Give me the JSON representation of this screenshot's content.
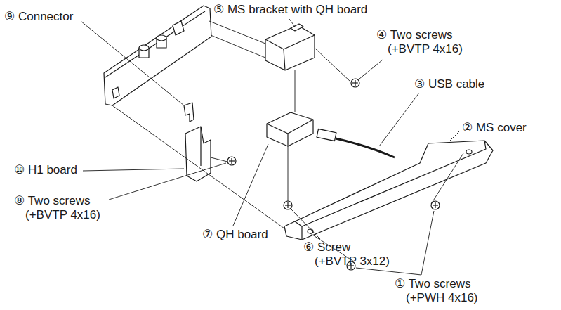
{
  "diagram": {
    "labels": [
      "⑨ Connector",
      "⑤ MS bracket with QH board",
      "④ Two screws (+BVTP 4x16)",
      "③ USB cable",
      "② MS cover",
      "⑩ H1 board",
      "⑧ Two screws (+BVTP 4x16)",
      "⑦ QH board",
      "⑥ Screw (+BVTP 3x12)",
      "① Two screws (+PWH 4x16)"
    ]
  }
}
